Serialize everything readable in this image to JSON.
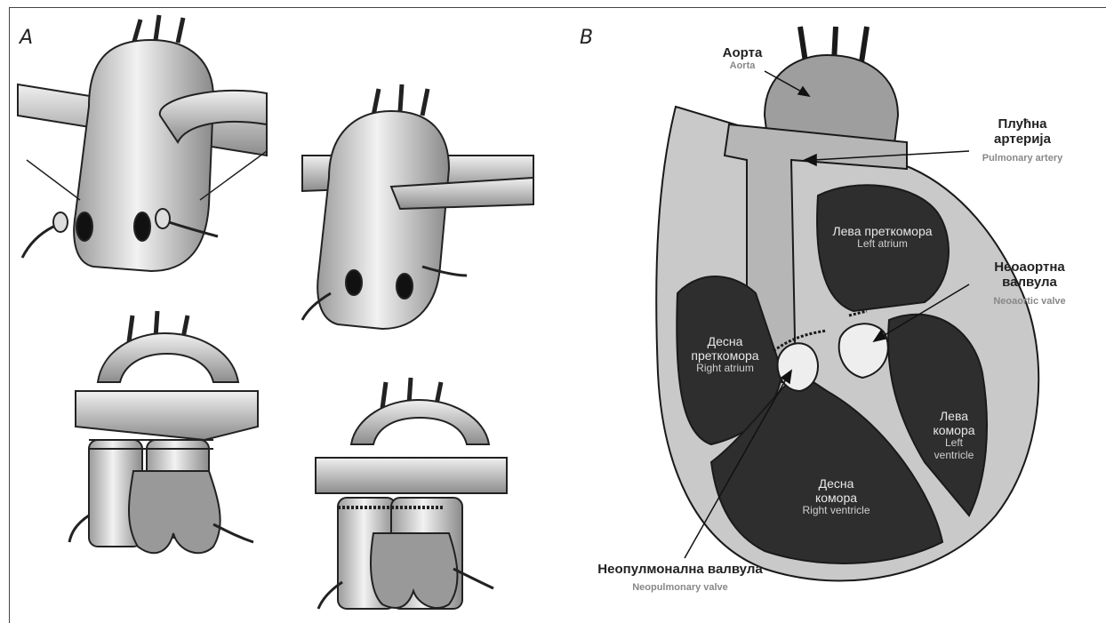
{
  "panels": {
    "a": "A",
    "b": "B"
  },
  "labels": {
    "aorta": {
      "sr": "Аорта",
      "en": "Aorta"
    },
    "pulmonary_artery": {
      "sr": "Плућна артерија",
      "en": "Pulmonary artery"
    },
    "left_atrium": {
      "sr": "Лева преткомора",
      "en": "Left atrium"
    },
    "neoaortic_valve": {
      "sr": "Неоаортна валвула",
      "en": "Neoaortic valve"
    },
    "right_atrium": {
      "sr": "Десна преткомора",
      "en": "Right atrium"
    },
    "left_ventricle": {
      "sr": "Лева комора",
      "en": "Left ventricle"
    },
    "right_ventricle": {
      "sr": "Десна комора",
      "en": "Right ventricle"
    },
    "neopulmonary_valve": {
      "sr": "Неопулмонална валвула",
      "en": "Neopulmonary valve"
    }
  },
  "colors": {
    "chamber": "#2e2e2e",
    "tissue": "#cfcfcf",
    "vessel": "#e6e6e6",
    "outline": "#1a1a1a"
  }
}
